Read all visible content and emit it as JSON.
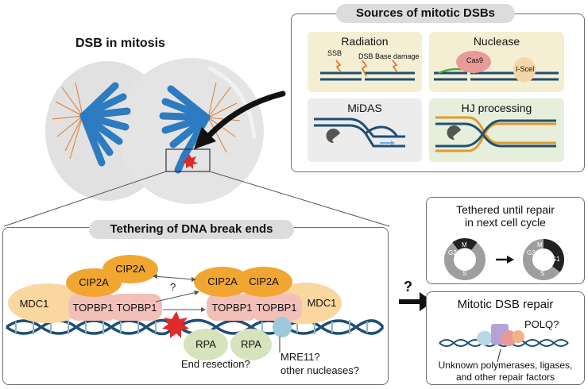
{
  "mitosis": {
    "title": "DSB in mitosis"
  },
  "sources": {
    "title": "Sources of mitotic DSBs",
    "radiation": {
      "title": "Radiation",
      "ssb": "SSB",
      "dsb": "DSB",
      "base_damage": "Base damage"
    },
    "nuclease": {
      "title": "Nuclease",
      "cas9": "Cas9",
      "isce1": "I-SceI"
    },
    "midas": {
      "title": "MiDAS"
    },
    "hj": {
      "title": "HJ processing"
    },
    "colors": {
      "radiation_bg": "#f4eed3",
      "nuclease_bg": "#f4eed3",
      "midas_bg": "#ececec",
      "hj_bg": "#e6efdc"
    }
  },
  "tethering": {
    "title": "Tethering of DNA break ends",
    "question": "?",
    "left": {
      "cip2a_1": "CIP2A",
      "cip2a_2": "CIP2A",
      "mdc1": "MDC1",
      "topbp1_1": "TOPBP1",
      "topbp1_2": "TOPBP1"
    },
    "right": {
      "cip2a_1": "CIP2A",
      "cip2a_2": "CIP2A",
      "topbp1_1": "TOPBP1",
      "topbp1_2": "TOPBP1",
      "mdc1": "MDC1"
    },
    "rpa_1": "RPA",
    "rpa_2": "RPA",
    "end_resection": "End resection?",
    "mre11": "MRE11?",
    "other_nucleases": "other nucleases?"
  },
  "outcome_question": "?",
  "tethered": {
    "title_line1": "Tethered until repair",
    "title_line2": "in next cell cycle",
    "cycle": {
      "m": "M",
      "g1": "G1",
      "s": "S",
      "g2": "G2"
    }
  },
  "repair": {
    "title": "Mitotic DSB repair",
    "polq": "POLQ?",
    "footer_line1": "Unknown polymerases, ligases,",
    "footer_line2": "and other repair factors"
  }
}
